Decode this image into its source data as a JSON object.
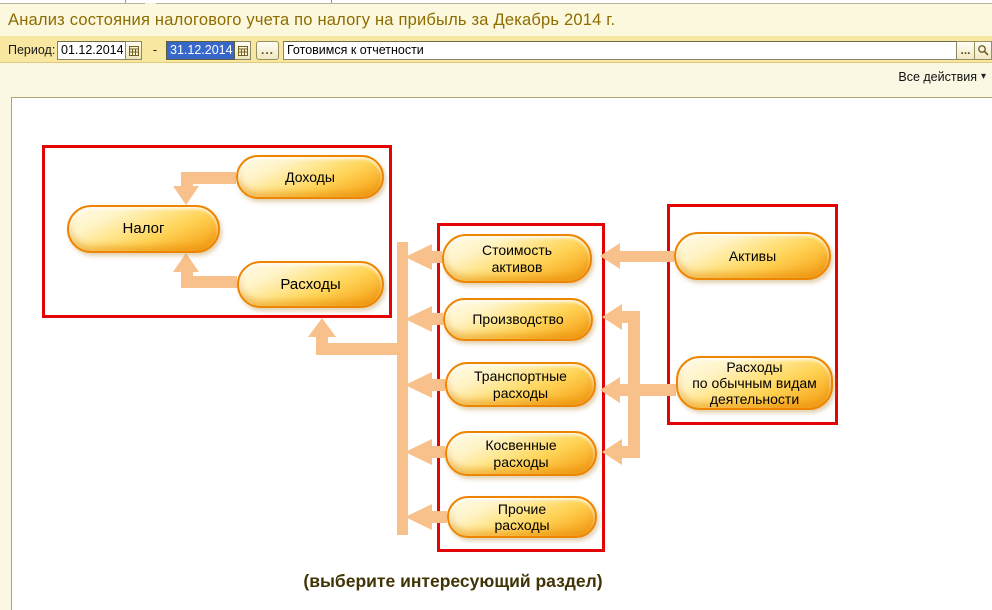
{
  "window": {
    "title": "Анализ состояния налогового учета по налогу на прибыль за Декабрь 2014 г."
  },
  "toolbar": {
    "period_label": "Период:",
    "date_from": "01.12.2014",
    "date_separator": "-",
    "date_to": "31.12.2014",
    "select_period_button": "...",
    "comment_value": "Готовимся к отчетности",
    "comment_more_button": "...",
    "all_actions_label": "Все действия",
    "all_actions_arrow": "▾"
  },
  "diagram": {
    "hint": "(выберите интересующий раздел)",
    "nodes": {
      "nalog": "Налог",
      "dohody": "Доходы",
      "rashody": "Расходы",
      "stoimost_aktivov": "Стоимость\nактивов",
      "proizvodstvo": "Производство",
      "transportnye_rashody": "Транспортные\nрасходы",
      "kosvennye_rashody": "Косвенные\nрасходы",
      "prochie_rashody": "Прочие\nрасходы",
      "aktivy": "Активы",
      "rashody_po_obychnym": "Расходы\nпо обычным видам\nдеятельности"
    }
  },
  "colors": {
    "title_text": "#8d6c00",
    "toolbar_bg": "#f8e7a1",
    "page_bg": "#faf7e3",
    "group_frame": "#e30505",
    "node_border": "#ee8501",
    "arrow_fill": "#f8c08a",
    "selection_bg": "#3767c8"
  },
  "icons": {
    "calendar": "grid-calendar",
    "search": "magnifier",
    "dropdown": "▾",
    "ellipsis": "..."
  }
}
